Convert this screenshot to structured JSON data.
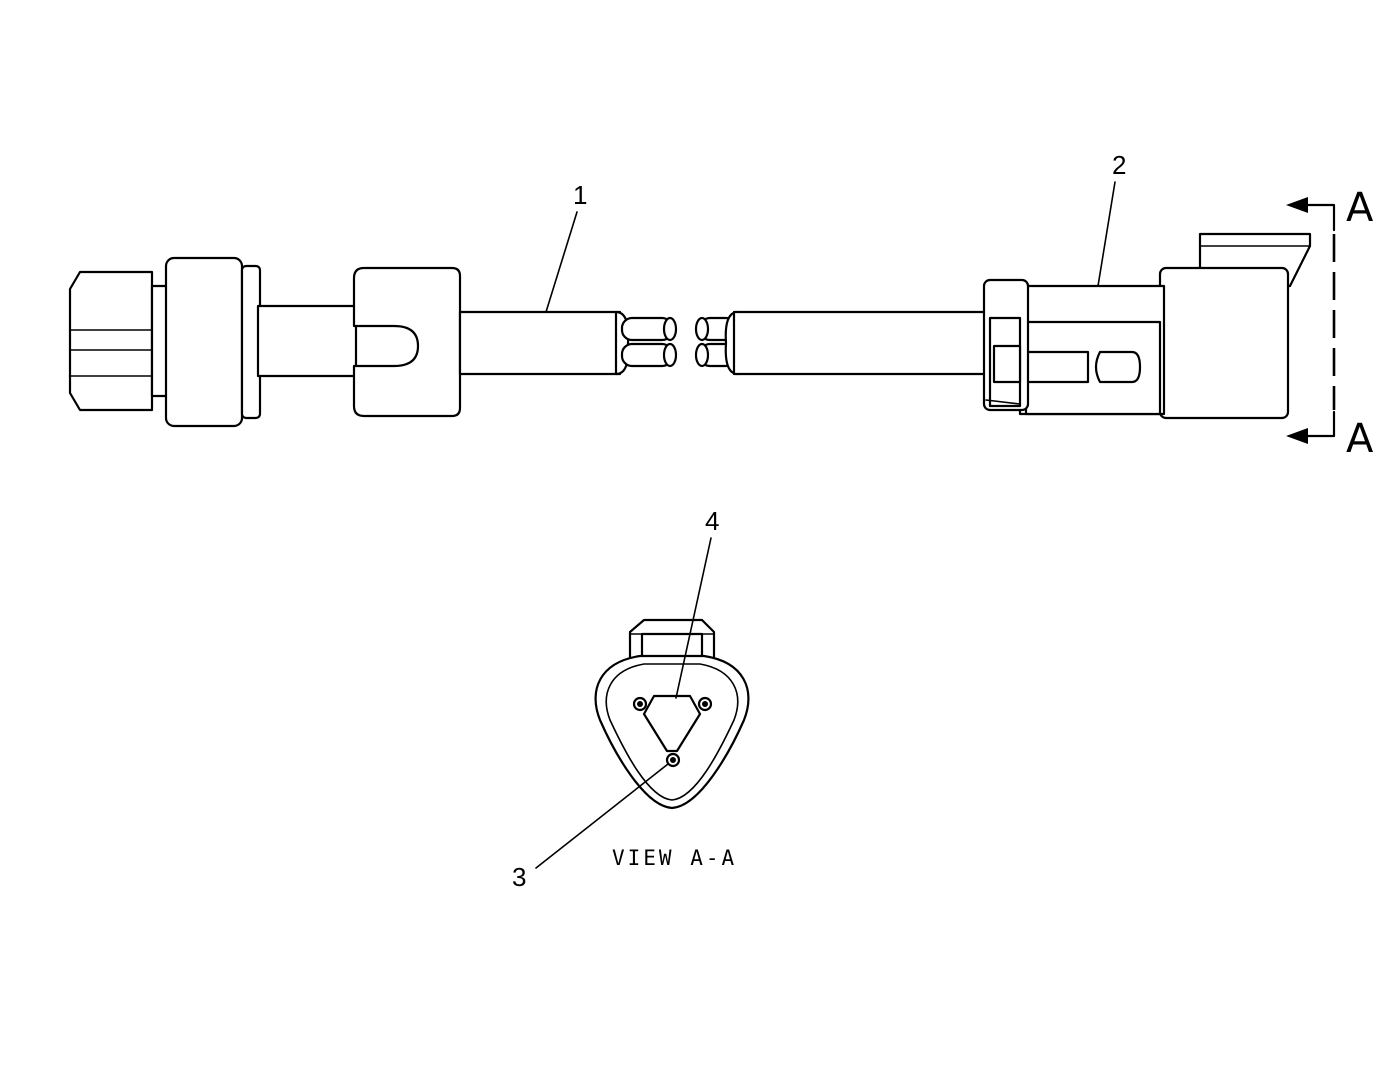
{
  "callouts": {
    "item_1": "1",
    "item_2": "2",
    "item_3": "3",
    "item_4": "4"
  },
  "section_marks": {
    "top": "A",
    "bottom": "A"
  },
  "view_caption": "VIEW A-A"
}
